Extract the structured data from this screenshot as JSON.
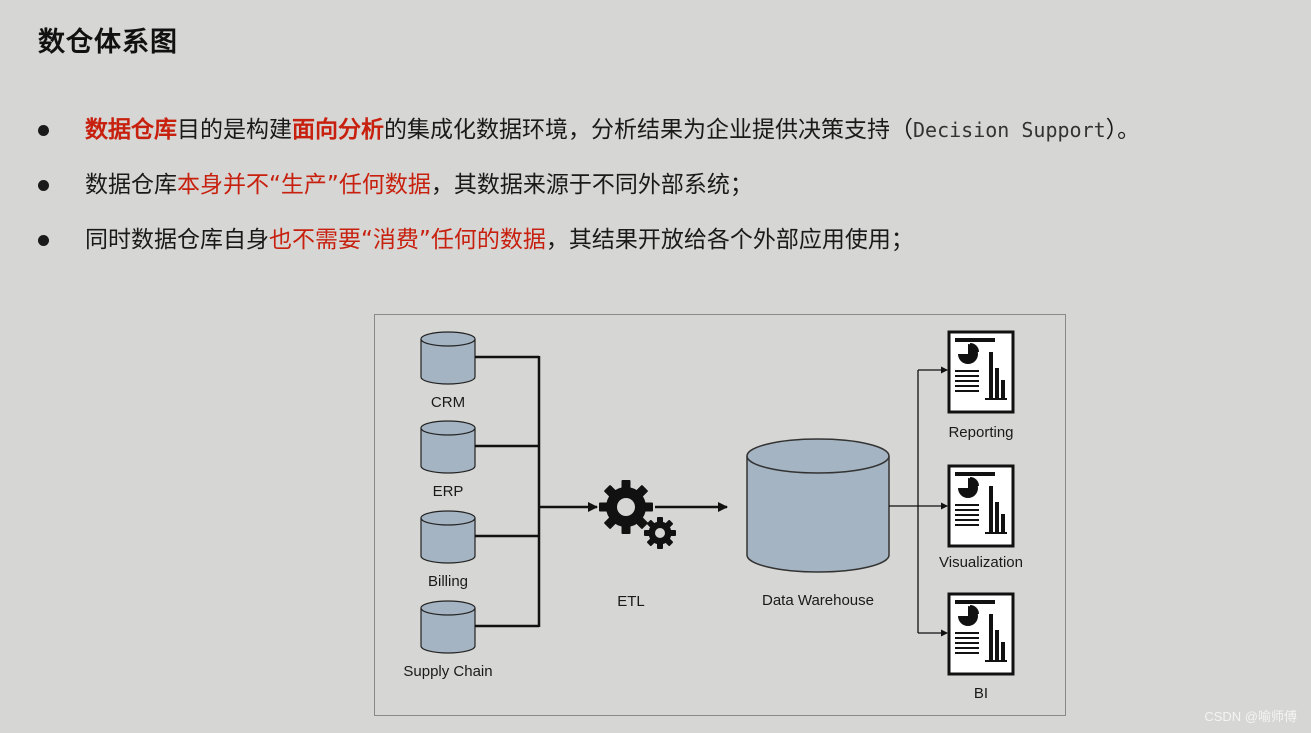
{
  "title": "数仓体系图",
  "bullets": [
    {
      "parts": [
        {
          "text": "数据仓库",
          "style": "red-bold"
        },
        {
          "text": "目的是构建",
          "style": "normal"
        },
        {
          "text": "面向分析",
          "style": "red-bold"
        },
        {
          "text": "的集成化数据环境，分析结果为企业提供决策支持（",
          "style": "normal"
        },
        {
          "text": "Decision Support",
          "style": "mono"
        },
        {
          "text": "）。",
          "style": "normal"
        }
      ]
    },
    {
      "parts": [
        {
          "text": "数据仓库",
          "style": "normal"
        },
        {
          "text": "本身并不“生产”任何数据",
          "style": "red"
        },
        {
          "text": "，其数据来源于不同外部系统；",
          "style": "normal"
        }
      ]
    },
    {
      "parts": [
        {
          "text": "同时数据仓库自身",
          "style": "normal"
        },
        {
          "text": "也不需要“消费”任何的数据",
          "style": "red"
        },
        {
          "text": "，其结果开放给各个外部应用使用；",
          "style": "normal"
        }
      ]
    }
  ],
  "diagram": {
    "sources": [
      "CRM",
      "ERP",
      "Billing",
      "Supply Chain"
    ],
    "etl_label": "ETL",
    "warehouse_label": "Data Warehouse",
    "outputs": [
      "Reporting",
      "Visualization",
      "BI"
    ],
    "colors": {
      "cylinder_fill": "#a5b4c2",
      "line": "#111111",
      "report_border": "#111111"
    }
  },
  "watermark": "CSDN @喻师傅"
}
